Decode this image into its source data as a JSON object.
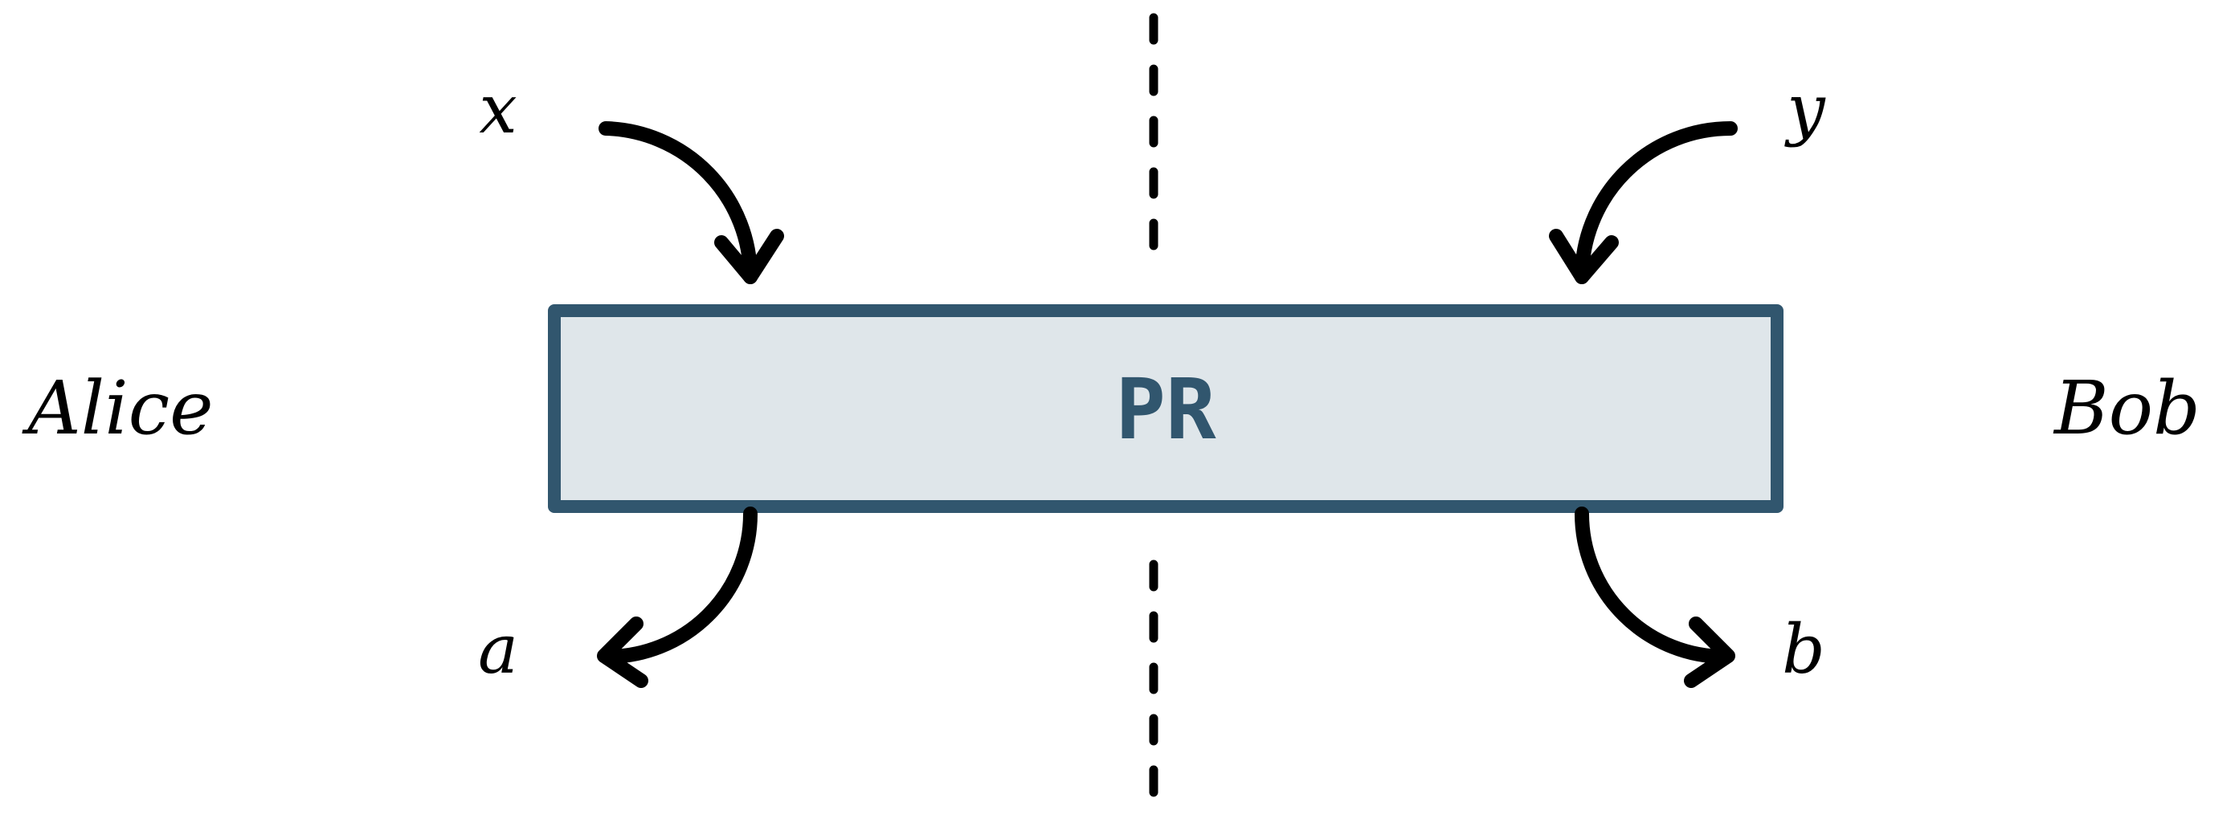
{
  "labels": {
    "left_party": "Alice",
    "right_party": "Bob",
    "box": "PR",
    "input_left": "x",
    "input_right": "y",
    "output_left": "a",
    "output_right": "b"
  },
  "colors": {
    "box_stroke": "#31566e",
    "box_fill": "#dfe6ea",
    "box_text": "#31566e",
    "arrow": "#000000",
    "text": "#000000",
    "divider": "#000000"
  }
}
